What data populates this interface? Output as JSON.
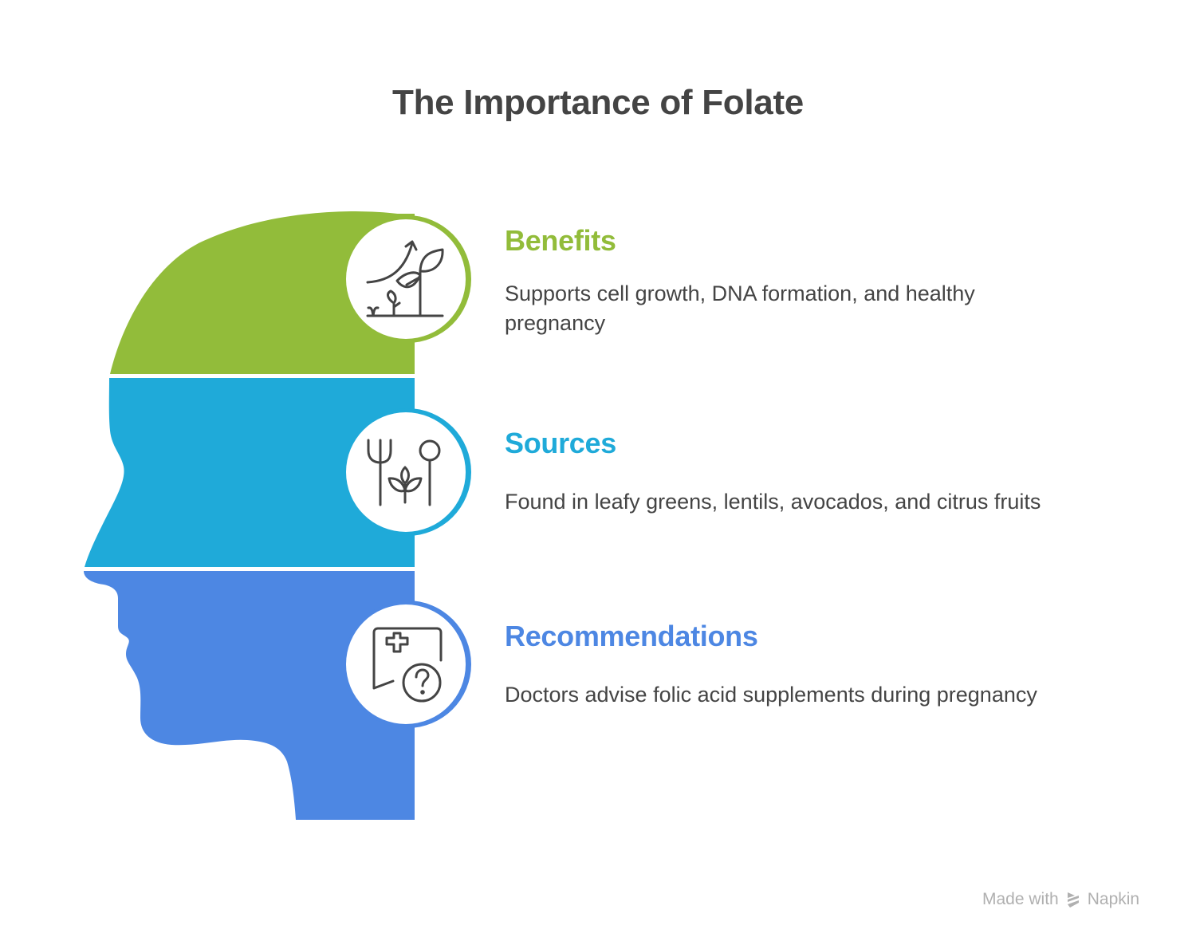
{
  "title": "The Importance of Folate",
  "colors": {
    "benefits": "#92BC3A",
    "sources": "#1FAAD9",
    "recommendations": "#4D87E3",
    "text": "#444444",
    "icon_stroke": "#444444"
  },
  "items": [
    {
      "title": "Benefits",
      "description_line1": "Supports cell growth, DNA formation, and healthy",
      "description_line2": "pregnancy",
      "icon": "plant-growth-icon"
    },
    {
      "title": "Sources",
      "description_line1": "Found in leafy greens, lentils, avocados, and citrus fruits",
      "icon": "fork-spoon-leaf-icon"
    },
    {
      "title": "Recommendations",
      "description_line1": "Doctors advise folic acid supplements during pregnancy",
      "icon": "medical-question-chat-icon"
    }
  ],
  "footer": {
    "made_with": "Made with",
    "brand": "Napkin"
  }
}
